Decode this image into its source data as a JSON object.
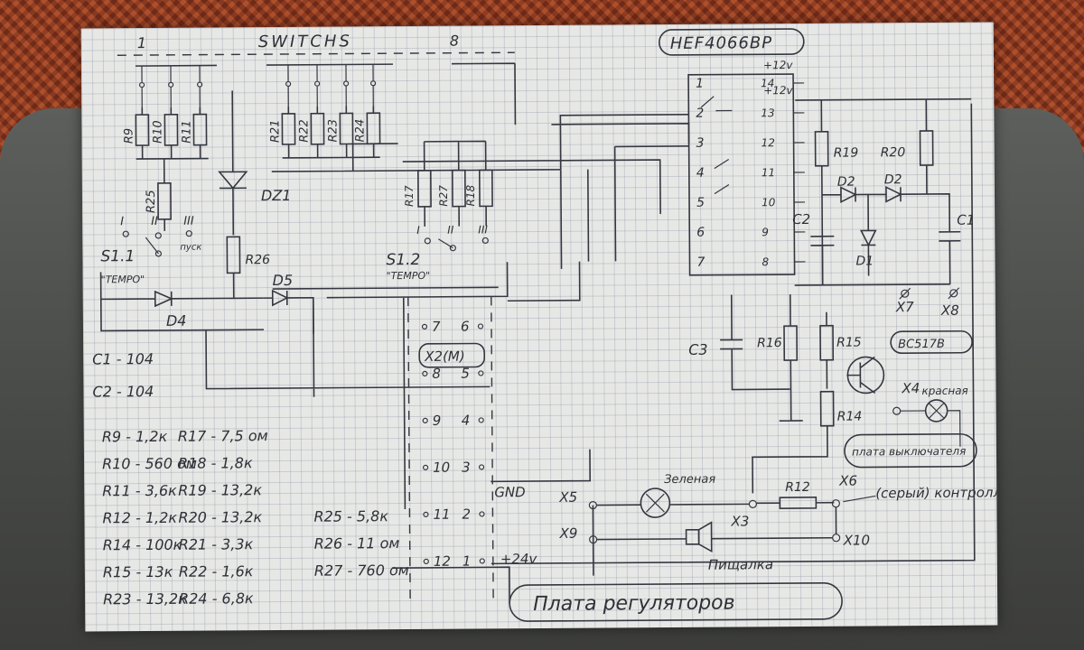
{
  "switch_header": {
    "left_number": "1",
    "title": "SWITCHS",
    "right_number": "8"
  },
  "chip": {
    "name": "HEF4066BP",
    "pins_left": [
      "1",
      "2",
      "3",
      "4",
      "5",
      "6",
      "7"
    ],
    "pins_right": [
      "14",
      "13",
      "12",
      "11",
      "10",
      "9",
      "8"
    ],
    "vcc_label": "+12v"
  },
  "resistors_top": [
    "R9",
    "R10",
    "R11",
    "R21",
    "R22",
    "R23",
    "R24"
  ],
  "resistors_mid": [
    "R25",
    "R17",
    "R27",
    "R18",
    "R26",
    "R19",
    "R20",
    "R16",
    "R15",
    "R14",
    "R12"
  ],
  "diodes": [
    "DZ1",
    "D5",
    "D4",
    "D2",
    "D2",
    "D1"
  ],
  "capacitors": [
    "C2",
    "C1",
    "C3"
  ],
  "switch1": {
    "name": "S1.1",
    "sub": "\"TEMPO\"",
    "positions": [
      "I",
      "II",
      "III",
      "пуск"
    ]
  },
  "switch2": {
    "name": "S1.2",
    "sub": "\"TEMPO\"",
    "positions": [
      "I",
      "II",
      "III"
    ]
  },
  "connector": {
    "name": "X2(M)",
    "pins_left": [
      "7",
      "8",
      "9",
      "10",
      "11",
      "12"
    ],
    "pins_right": [
      "6",
      "5",
      "4",
      "3",
      "2",
      "1"
    ],
    "gnd": "GND",
    "v24": "+24v"
  },
  "transistor": "BC517B",
  "terminals": [
    "X7",
    "X8",
    "X4",
    "X3",
    "X5",
    "X6",
    "X9",
    "X10"
  ],
  "lamp_red": "красная",
  "board_switch": "плата выключателя",
  "lamp_green": "Зеленая",
  "controller": "(серый) контроллер",
  "buzzer": "Пищалка",
  "cap_values": [
    "C1 - 104",
    "C2 - 104"
  ],
  "values_table": [
    [
      "R9 - 1,2к",
      "R17 - 7,5 ом",
      ""
    ],
    [
      "R10 - 560 ом",
      "R18 - 1,8к",
      ""
    ],
    [
      "R11 - 3,6к",
      "R19 - 13,2к",
      ""
    ],
    [
      "R12 - 1,2к",
      "R20 - 13,2к",
      "R25 - 5,8к"
    ],
    [
      "R14 - 100к",
      "R21 - 3,3к",
      "R26 - 11 ом"
    ],
    [
      "R15 - 13к",
      "R22 - 1,6к",
      "R27 - 760 ом"
    ],
    [
      "R23 - 13,2к",
      "R24 - 6,8к",
      ""
    ]
  ],
  "board_title": "Плата регуляторов"
}
